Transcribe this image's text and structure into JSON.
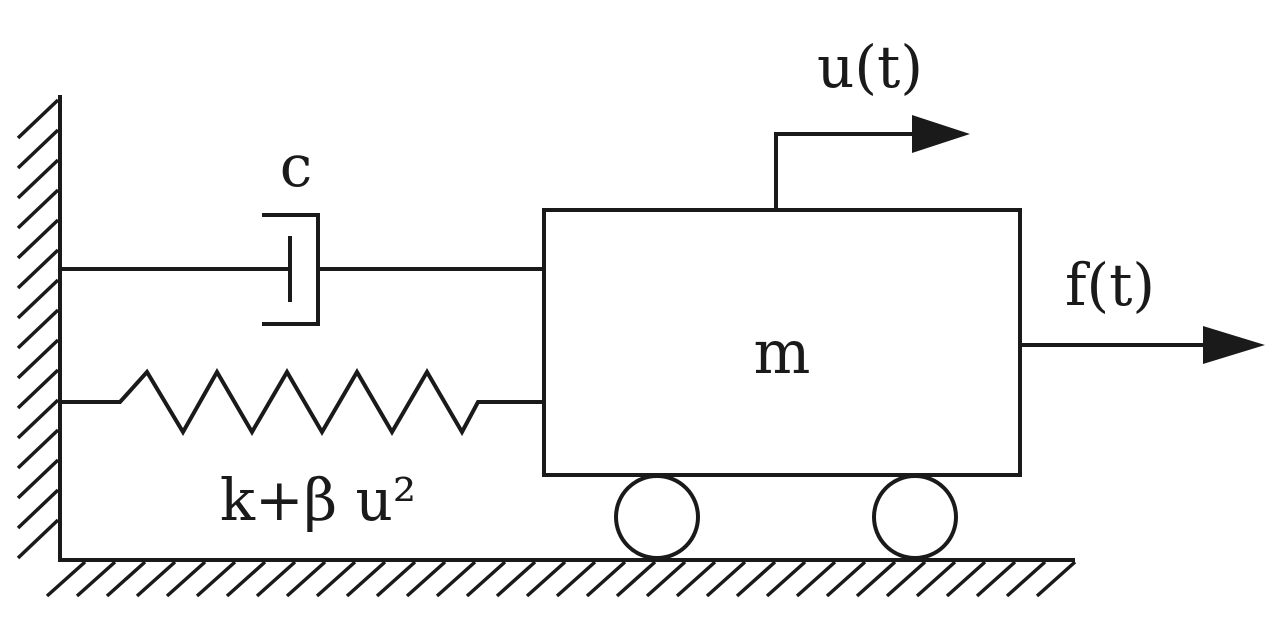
{
  "labels": {
    "damper": "c",
    "spring": "k+β u²",
    "mass": "m",
    "displacement": "u(t)",
    "force": "f(t)"
  }
}
